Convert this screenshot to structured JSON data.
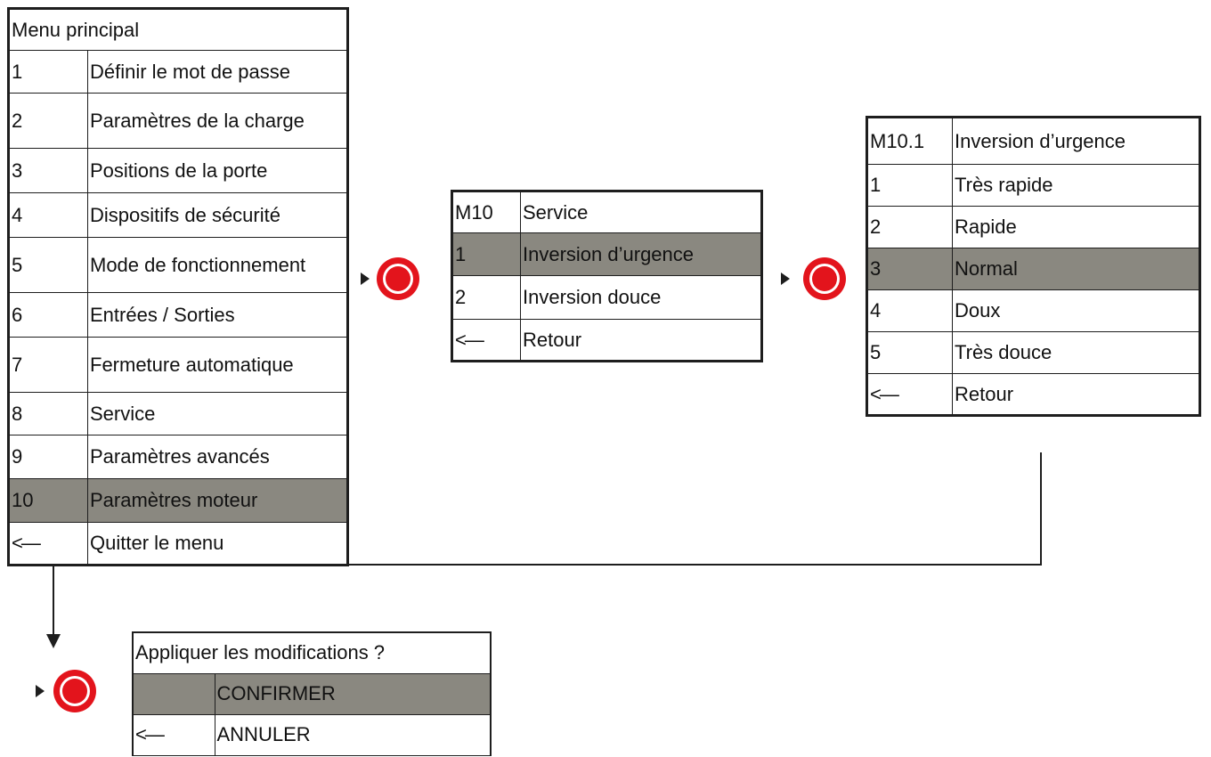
{
  "main_menu": {
    "title": "Menu principal",
    "items": [
      {
        "num": "1",
        "label": "Définir le mot de passe"
      },
      {
        "num": "2",
        "label": "Paramètres de la charge"
      },
      {
        "num": "3",
        "label": "Positions de la porte"
      },
      {
        "num": "4",
        "label": "Dispositifs de sécurité"
      },
      {
        "num": "5",
        "label": "Mode de fonctionnement"
      },
      {
        "num": "6",
        "label": "Entrées / Sorties"
      },
      {
        "num": "7",
        "label": "Fermeture automatique"
      },
      {
        "num": "8",
        "label": "Service"
      },
      {
        "num": "9",
        "label": "Paramètres avancés"
      },
      {
        "num": "10",
        "label": "Paramètres moteur"
      },
      {
        "num": "<—",
        "label": "Quitter le menu"
      }
    ],
    "selected_index": 9
  },
  "m10_menu": {
    "code": "M10",
    "title": "Service",
    "items": [
      {
        "num": "1",
        "label": "Inversion d’urgence"
      },
      {
        "num": "2",
        "label": "Inversion douce"
      },
      {
        "num": "<—",
        "label": "Retour"
      }
    ],
    "selected_index": 0
  },
  "m10_1_menu": {
    "code": "M10.1",
    "title": "Inversion d’urgence",
    "items": [
      {
        "num": "1",
        "label": "Très rapide"
      },
      {
        "num": "2",
        "label": "Rapide"
      },
      {
        "num": "3",
        "label": "Normal"
      },
      {
        "num": "4",
        "label": "Doux"
      },
      {
        "num": "5",
        "label": "Très douce"
      },
      {
        "num": "<—",
        "label": "Retour"
      }
    ],
    "selected_index": 2
  },
  "apply_dialog": {
    "title": "Appliquer les modifications ?",
    "confirm": {
      "num": "",
      "label": "CONFIRMER"
    },
    "cancel": {
      "num": "<—",
      "label": "ANNULER"
    }
  },
  "colors": {
    "selected_row": "#8a8880",
    "button_red": "#e3141c",
    "border": "#1e1e1e"
  },
  "icons": [
    "play-arrow-icon",
    "stop-button-icon",
    "down-arrow-icon"
  ]
}
